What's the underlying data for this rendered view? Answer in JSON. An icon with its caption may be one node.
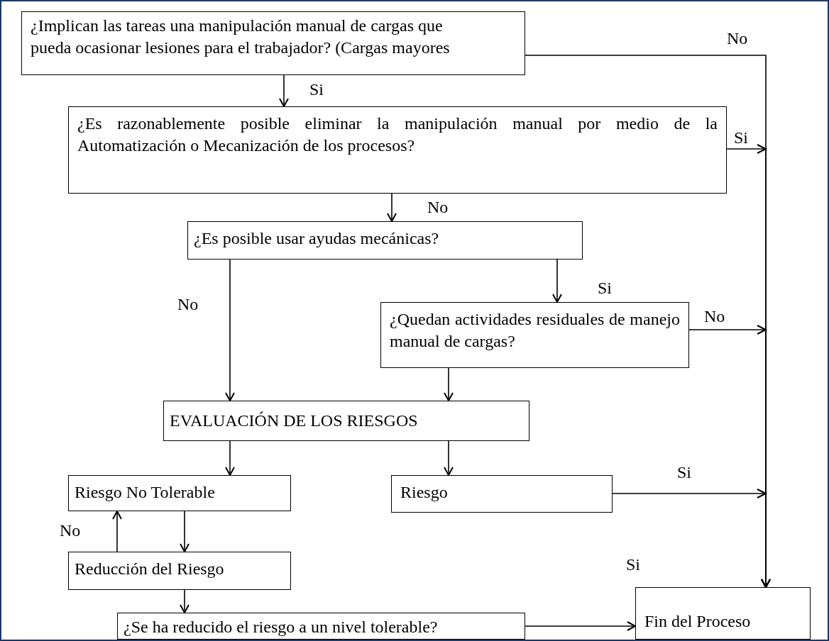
{
  "diagram": {
    "nodes": [
      {
        "text": [
          "¿Implican las tareas una manipulación manual de cargas que pueda ocasionar lesiones para el trabajador? (Cargas mayores"
        ]
      },
      {
        "text": [
          "¿Es razonablemente posible eliminar la manipulación manual por medio de la Automatización o Mecanización de los procesos?"
        ]
      },
      {
        "text": [
          "¿Es posible usar ayudas mecánicas?"
        ]
      },
      {
        "text": [
          "¿Quedan actividades residuales de manejo manual de cargas?"
        ]
      },
      {
        "text": [
          "EVALUACIÓN DE LOS RIESGOS"
        ]
      },
      {
        "text": [
          "Riesgo No Tolerable"
        ]
      },
      {
        "text": [
          "Riesgo"
        ]
      },
      {
        "text": [
          "Reducción del Riesgo"
        ]
      },
      {
        "text": [
          "¿Se ha reducido el riesgo a un nivel tolerable?"
        ]
      },
      {
        "text": [
          "Fin del Proceso"
        ]
      }
    ],
    "edges": [
      {
        "from": 0,
        "to": 9,
        "arrow": "to",
        "label": "No"
      },
      {
        "from": 0,
        "to": 1,
        "arrow": "to",
        "label": "Si"
      },
      {
        "from": 1,
        "to": 9,
        "arrow": "to",
        "label": "Si"
      },
      {
        "from": 1,
        "to": 2,
        "arrow": "to",
        "label": "No"
      },
      {
        "from": 2,
        "to": 3,
        "arrow": "to",
        "label": "Si"
      },
      {
        "from": 2,
        "to": 4,
        "arrow": "to",
        "label": "No"
      },
      {
        "from": 3,
        "to": 9,
        "arrow": "to",
        "label": "No"
      },
      {
        "from": 3,
        "to": 4,
        "arrow": "to"
      },
      {
        "from": 4,
        "to": 5,
        "arrow": "to"
      },
      {
        "from": 4,
        "to": 6,
        "arrow": "to"
      },
      {
        "from": 6,
        "to": 9,
        "arrow": "to",
        "label": "Si"
      },
      {
        "from": 5,
        "to": 7,
        "arrow": "to"
      },
      {
        "from": 7,
        "to": 5,
        "arrow": "to",
        "label": "No"
      },
      {
        "from": 7,
        "to": 8,
        "arrow": "to"
      },
      {
        "from": 8,
        "to": 9,
        "arrow": "to",
        "label": "Si"
      }
    ]
  }
}
